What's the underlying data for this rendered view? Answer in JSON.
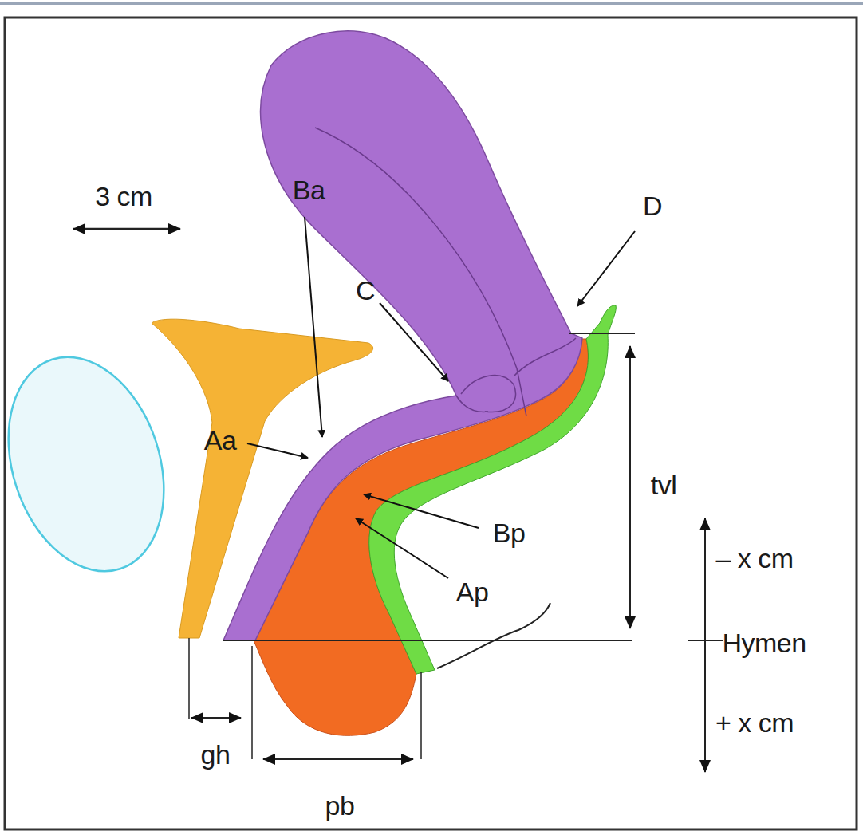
{
  "diagram": {
    "labels": [
      "3 cm",
      "Ba",
      "C",
      "D",
      "Aa",
      "Bp",
      "Ap",
      "tvl",
      "– x cm",
      "Hymen",
      "+ x cm",
      "gh",
      "pb"
    ]
  }
}
